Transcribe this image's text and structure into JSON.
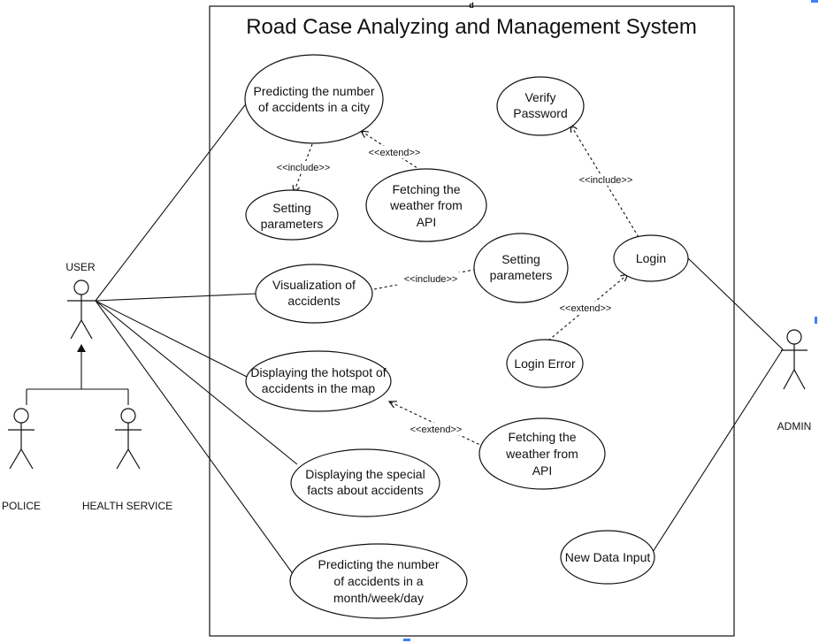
{
  "diagram": {
    "title": "Road Case Analyzing and Management System",
    "boundary_marker": "d"
  },
  "actors": {
    "user": "USER",
    "police": "POLICE",
    "health_service": "HEALTH SERVICE",
    "admin": "ADMIN"
  },
  "use_cases": {
    "predict_city": [
      "Predicting the number",
      "of accidents in a city"
    ],
    "setting_params_1": [
      "Setting",
      "parameters"
    ],
    "fetch_weather_1": [
      "Fetching the",
      "weather from",
      "API"
    ],
    "visualization": [
      "Visualization of",
      "accidents"
    ],
    "setting_params_2": [
      "Setting",
      "parameters"
    ],
    "hotspot": [
      "Displaying the hotspot of",
      "accidents in the map"
    ],
    "fetch_weather_2": [
      "Fetching the",
      "weather from",
      "API"
    ],
    "special_facts": [
      "Displaying the special",
      "facts about accidents"
    ],
    "predict_time": [
      "Predicting the number",
      "of accidents in a",
      "month/week/day"
    ],
    "verify_password": [
      "Verify",
      "Password"
    ],
    "login": [
      "Login"
    ],
    "login_error": [
      "Login Error"
    ],
    "new_data_input": [
      "New Data Input"
    ]
  },
  "relations": {
    "include_1": "<<include>>",
    "extend_1": "<<extend>>",
    "include_2": "<<include>>",
    "include_3": "<<include>>",
    "extend_2": "<<extend>>",
    "extend_3": "<<extend>>"
  }
}
